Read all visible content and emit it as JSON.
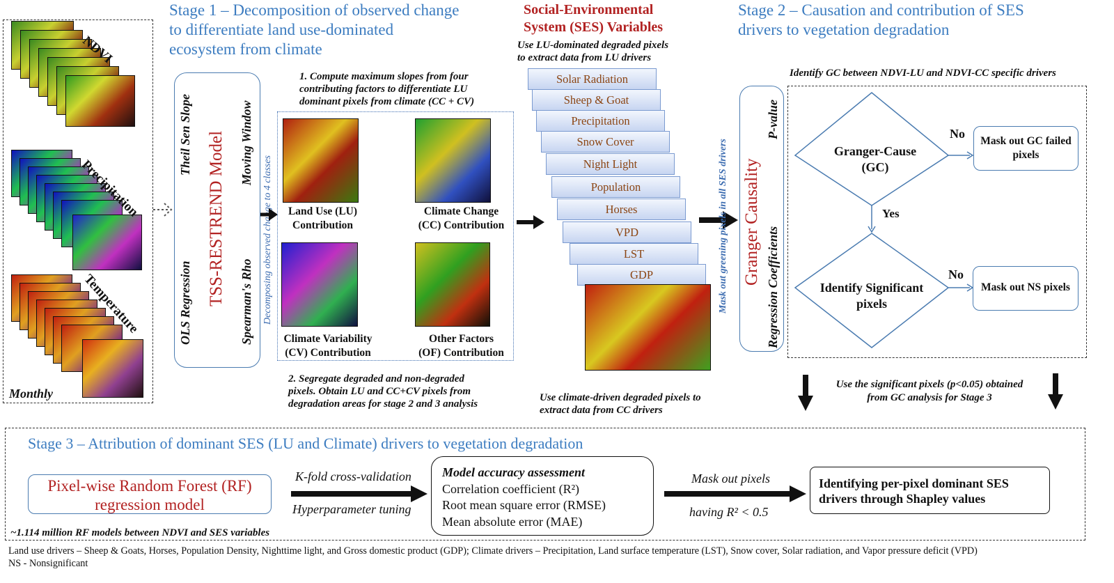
{
  "inputs": {
    "ndvi_label": "NDVI",
    "precip_label": "Precipitation",
    "temp_label": "Temperature",
    "monthly_label": "Monthly"
  },
  "stage1": {
    "title_l1": "Stage 1 – Decomposition of observed change",
    "title_l2": "to differentiate land use-dominated",
    "title_l3": "ecosystem from climate",
    "theil": "Theil Sen Slope",
    "ols": "OLS Regression",
    "model": "TSS-RESTREND Model",
    "moving": "Moving Window",
    "spearman": "Spearman's Rho",
    "decomp": "Decomposing observed change to 4 classes",
    "step1_l1": "1. Compute maximum slopes from four",
    "step1_l2": "contributing factors to differentiate LU",
    "step1_l3": "dominant pixels from climate (CC + CV)",
    "lu_l1": "Land Use (LU)",
    "lu_l2": "Contribution",
    "cc_l1": "Climate Change",
    "cc_l2": "(CC) Contribution",
    "cv_l1": "Climate Variability",
    "cv_l2": "(CV) Contribution",
    "of_l1": "Other Factors",
    "of_l2": "(OF) Contribution",
    "step2_l1": "2. Segregate degraded and non-degraded",
    "step2_l2": "pixels. Obtain LU and CC+CV pixels from",
    "step2_l3": "degradation areas for stage 2 and 3 analysis"
  },
  "ses": {
    "title_l1": "Social-Environmental",
    "title_l2": "System (SES) Variables",
    "sub_l1": "Use LU-dominated degraded pixels",
    "sub_l2": "to extract data from LU drivers",
    "cards": [
      "Solar Radiation",
      "Sheep & Goat",
      "Precipitation",
      "Snow Cover",
      "Night Light",
      "Population",
      "Horses",
      "VPD",
      "LST",
      "GDP"
    ],
    "bottom_l1": "Use climate-driven degraded pixels to",
    "bottom_l2": "extract data from CC drivers",
    "mask_greening": "Mask out greening pixels in all SES drivers"
  },
  "stage2": {
    "title_l1": "Stage 2 – Causation and contribution of SES",
    "title_l2": "drivers to vegetation degradation",
    "identify_gc": "Identify GC between NDVI-LU and NDVI-CC specific drivers",
    "granger": "Granger Causality",
    "pvalue": "P-value",
    "regcoef": "Regression Coefficients",
    "gc_l1": "Granger-Cause",
    "gc_l2": "(GC)",
    "no1": "No",
    "mask_gc_l1": "Mask out GC failed",
    "mask_gc_l2": "pixels",
    "yes": "Yes",
    "sig_l1": "Identify Significant",
    "sig_l2": "pixels",
    "no2": "No",
    "mask_ns": "Mask out NS pixels",
    "use_sig_l1": "Use the significant pixels (p<0.05) obtained",
    "use_sig_l2": "from GC analysis for Stage 3"
  },
  "stage3": {
    "title": "Stage 3 – Attribution of dominant SES (LU and Climate) drivers to vegetation degradation",
    "rf_l1": "Pixel-wise Random Forest (RF)",
    "rf_l2": "regression model",
    "kfold": "K-fold cross-validation",
    "hyper": "Hyperparameter tuning",
    "acc_title": "Model accuracy assessment",
    "acc_1": "Correlation coefficient (R²)",
    "acc_2": "Root mean square error (RMSE)",
    "acc_3": "Mean absolute error (MAE)",
    "mask_px": "Mask out pixels",
    "having": "having R² < 0.5",
    "shap_l1": "Identifying per-pixel dominant SES",
    "shap_l2": "drivers through Shapley values",
    "million": "~1.114 million RF models between NDVI and SES variables"
  },
  "footer": {
    "line1": "Land use drivers – Sheep & Goats, Horses, Population Density, Nighttime light, and Gross domestic product (GDP); Climate drivers – Precipitation, Land surface temperature (LST), Snow cover, Solar radiation, and Vapor pressure deficit (VPD)",
    "line2": "NS - Nonsignificant"
  },
  "colors": {
    "stage_title": "#3c7cc0",
    "model_red": "#b22222",
    "card_text": "#8b4513",
    "box_border": "#4a7bb0"
  }
}
